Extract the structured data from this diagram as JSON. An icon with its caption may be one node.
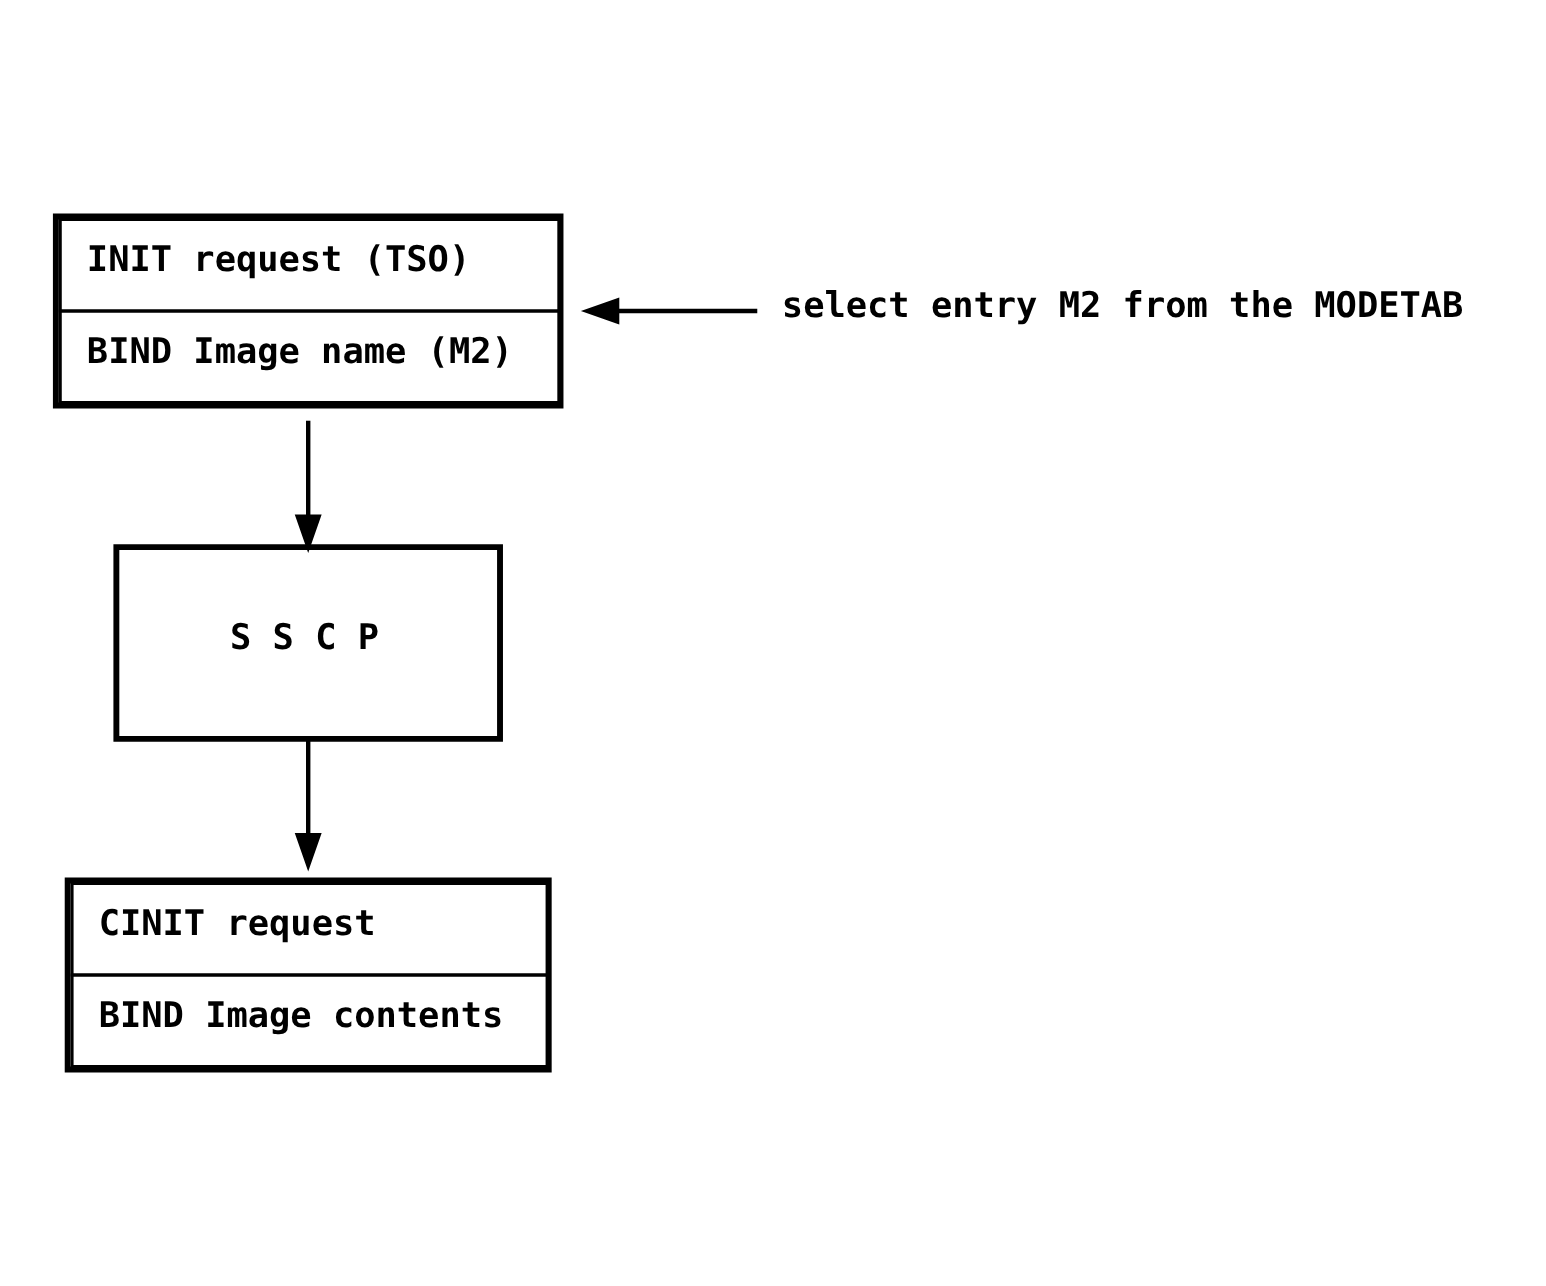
{
  "diagram": {
    "nodes": [
      {
        "text": [
          "INIT request (TSO)",
          "BIND Image name (M2)"
        ]
      },
      {
        "text": [
          "S S C P"
        ]
      },
      {
        "text": [
          "CINIT request",
          "BIND Image contents"
        ]
      },
      {
        "text": [
          "select entry M2 from the MODETAB"
        ]
      }
    ],
    "edges": [
      {
        "from": 3,
        "to": 0,
        "arrow": "to"
      },
      {
        "from": 0,
        "to": 1,
        "arrow": "to"
      },
      {
        "from": 1,
        "to": 2,
        "arrow": "to"
      }
    ]
  }
}
